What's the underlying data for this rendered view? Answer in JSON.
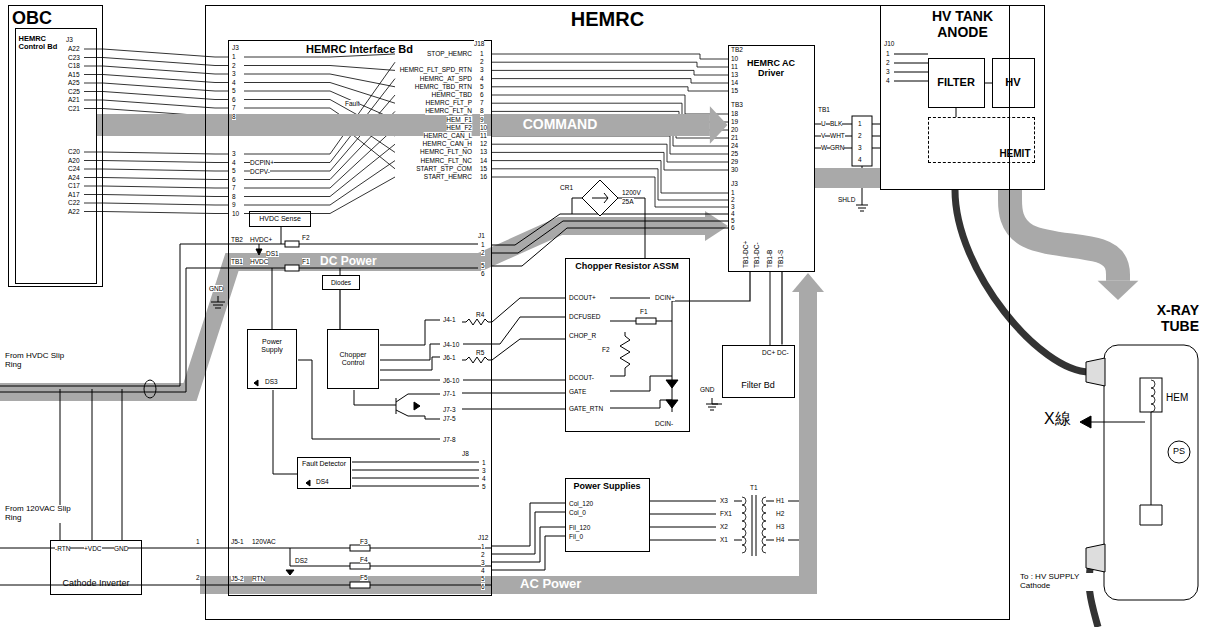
{
  "diagram": {
    "nodes": [
      {
        "text": [
          "OBC"
        ]
      },
      {
        "text": [
          "HEMRC Control Bd"
        ],
        "in": 0
      },
      {
        "text": [
          "HEMRC"
        ]
      },
      {
        "text": [
          "HEMRC Interface Bd"
        ],
        "in": 2
      },
      {
        "text": [
          "HVDC Sense"
        ],
        "in": 3
      },
      {
        "text": [
          "Diodes"
        ],
        "in": 3
      },
      {
        "text": [
          "Power Supply"
        ],
        "in": 3
      },
      {
        "text": [
          "Chopper Control"
        ],
        "in": 3
      },
      {
        "text": [
          "Fault Detector"
        ],
        "in": 3
      },
      {
        "text": [
          "HEMRC AC Driver"
        ],
        "in": 2
      },
      {
        "text": [
          "Chopper Resistor ASSM"
        ],
        "in": 2
      },
      {
        "text": [
          "Filter Bd"
        ],
        "in": 2
      },
      {
        "text": [
          "Power Supplies"
        ],
        "in": 2
      },
      {
        "text": [
          "HV TANK ANODE"
        ]
      },
      {
        "text": [
          "FILTER"
        ],
        "in": 13
      },
      {
        "text": [
          "HV"
        ],
        "in": 13
      },
      {
        "text": [
          "HEMIT"
        ],
        "in": 13
      },
      {
        "text": [
          "X-RAY TUBE"
        ]
      },
      {
        "text": [
          "Cathode Inverter"
        ]
      }
    ],
    "edges": [
      {
        "from": 1,
        "to": 9,
        "arrow": "to",
        "label": "COMMAND"
      },
      {
        "from": 9,
        "to": 13,
        "arrow": "none"
      },
      {
        "from": 13,
        "to": 17,
        "arrow": "to"
      },
      {
        "from": 11,
        "to": 9,
        "arrow": "none"
      },
      {
        "from": 10,
        "to": 9,
        "arrow": "none"
      },
      {
        "from": 5,
        "to": 7,
        "arrow": "none"
      }
    ],
    "labels": [
      "J3",
      "A22",
      "C23",
      "C18",
      "A15",
      "A25",
      "C25",
      "A21",
      "C21",
      "C20",
      "A20",
      "C24",
      "A24",
      "C17",
      "A17",
      "C22",
      "A22",
      "J3",
      "1",
      "2",
      "3",
      "4",
      "5",
      "6",
      "7",
      "8",
      "3",
      "4",
      "5",
      "6",
      "7",
      "8",
      "9",
      "10",
      "DCPIN+",
      "DCPV-",
      "J18",
      "1",
      "2",
      "3",
      "4",
      "5",
      "6",
      "7",
      "8",
      "9",
      "10",
      "11",
      "12",
      "13",
      "14",
      "15",
      "16",
      "STOP_HEMRC",
      "HEMRC_FLT_SPD_RTN",
      "HEMRC_AT_SPD",
      "HEMRC_TBD_RTN",
      "HEMRC_TBD",
      "HEMRC_FLT_P",
      "HEMRC_FLT_N",
      "HEM_F1",
      "HEM_F2",
      "HEMRC_CAN_L",
      "HEMRC_CAN_H",
      "HEMRC_FLT_NO",
      "HEMRC_FLT_NC",
      "START_STP_COM",
      "START_HEMRC",
      "Fault",
      "TB2",
      "10",
      "11",
      "13",
      "14",
      "15",
      "TB3",
      "18",
      "19",
      "20",
      "21",
      "24",
      "25",
      "29",
      "30",
      "J3",
      "1",
      "2",
      "3",
      "4",
      "5",
      "6",
      "TB1",
      "U",
      "V",
      "W",
      "TB1-DC+",
      "TB1-DC-",
      "TB1-B",
      "TB1-S",
      "TB2",
      "HVDC+",
      "F2",
      "DS1",
      "TB1",
      "HVDC",
      "F1",
      "GND",
      "J1",
      "1",
      "2",
      "5",
      "6",
      "From HVDC Slip Ring",
      "-RTN",
      "+VDC",
      "GND",
      "From 120VAC Slip Ring",
      "1",
      "J5-1",
      "120VAC",
      "DS2",
      "F3",
      "F4",
      "F5",
      "2",
      "J5-2",
      "RTN",
      "J12",
      "1",
      "2",
      "3",
      "4",
      "5",
      "6",
      "J4-1",
      "R4",
      "J4-10",
      "J6-1",
      "R5",
      "J6-10",
      "J7-1",
      "J7-3",
      "J7-5",
      "J7-8",
      "J8",
      "1",
      "3",
      "4",
      "5",
      "DS3",
      "DS4",
      "DCOUT+",
      "DCIN+",
      "DCFUSED",
      "F1",
      "CHOP_R",
      "F2",
      "DCOUT-",
      "GATE",
      "GATE_RTN",
      "DCIN-",
      "CR1",
      "1200V",
      "25A",
      "DC+ DC-",
      "GND",
      "Col_120",
      "Col_0",
      "Fil_120",
      "Fil_0",
      "T1",
      "X3",
      "FX1",
      "X2",
      "X1",
      "H1",
      "H2",
      "H3",
      "H4",
      "DC Power",
      "AC Power",
      "BLK",
      "WHT",
      "GRN",
      "1",
      "2",
      "3",
      "SHLD",
      "4",
      "J10",
      "1",
      "2",
      "3",
      "4",
      "X線",
      "PS",
      "HEM",
      "To : HV SUPPLY Cathode"
    ]
  }
}
